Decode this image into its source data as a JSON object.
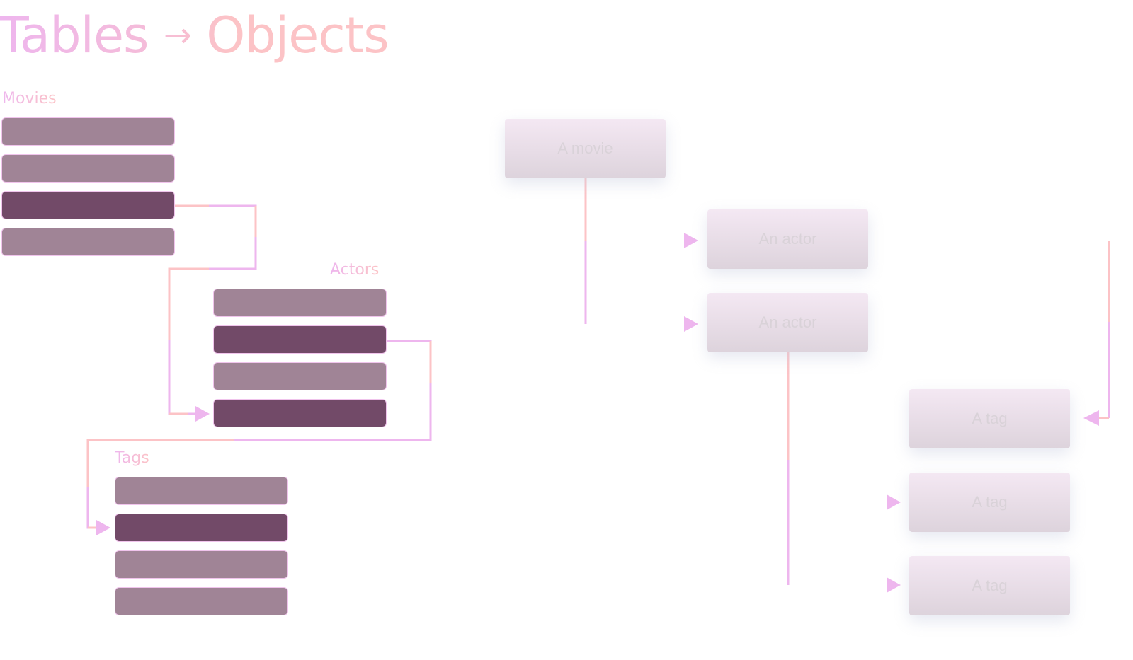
{
  "title": {
    "left": "Tables",
    "arrow": "→",
    "right": "Objects"
  },
  "colors": {
    "accent_lavender": "#eeb6ee",
    "accent_pink": "#fcc3c6",
    "row_light": "#a08496",
    "row_dark": "#724a68",
    "card_top": "#f4e8f3",
    "card_bottom": "#ddd3dc",
    "card_text": "#d9d2d8"
  },
  "tables": [
    {
      "name": "Movies",
      "rows": [
        "light",
        "light",
        "dark",
        "light"
      ]
    },
    {
      "name": "Actors",
      "rows": [
        "light",
        "dark",
        "light",
        "dark"
      ]
    },
    {
      "name": "Tags",
      "rows": [
        "light",
        "dark",
        "light",
        "light"
      ]
    }
  ],
  "objects": {
    "movie": {
      "label": "A movie"
    },
    "actors": [
      {
        "label": "An actor"
      },
      {
        "label": "An actor"
      }
    ],
    "tags": [
      {
        "label": "A tag"
      },
      {
        "label": "A tag"
      },
      {
        "label": "A tag"
      }
    ]
  },
  "relations": [
    {
      "from": "Movies row 3",
      "to": "Actors row 4"
    },
    {
      "from": "Actors row 2",
      "to": "Tags row 2"
    },
    {
      "from": "A movie",
      "to": "An actor (1)"
    },
    {
      "from": "A movie",
      "to": "An actor (2)"
    },
    {
      "from": "An actor (1)",
      "to": "A tag (1)"
    },
    {
      "from": "An actor (2)",
      "to": "A tag (2)"
    },
    {
      "from": "An actor (2)",
      "to": "A tag (3)"
    }
  ]
}
